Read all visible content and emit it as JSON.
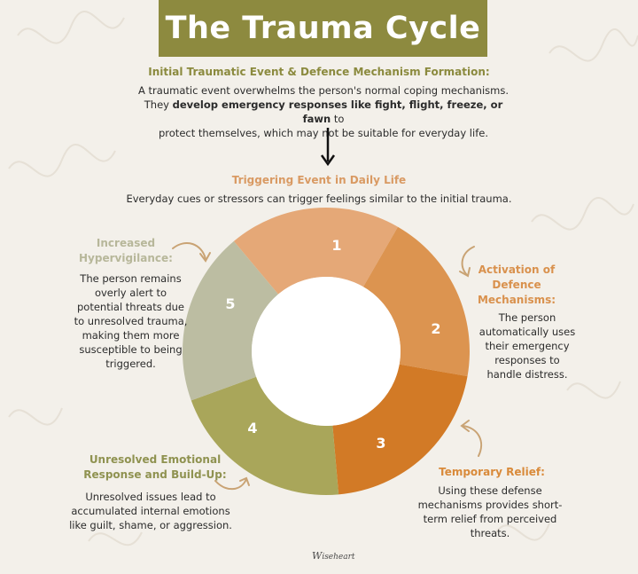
{
  "title": "The Trauma Cycle",
  "intro": {
    "heading": "Initial Traumatic Event & Defence Mechanism Formation:",
    "line1": "A traumatic event overwhelms the person's normal coping mechanisms.",
    "line2_prefix": "They ",
    "line2_bold": "develop emergency responses like fight, flight, freeze, or fawn",
    "line2_suffix": " to",
    "line3": "protect themselves, which may not be suitable for everyday life."
  },
  "trigger": {
    "heading": "Triggering Event in Daily Life",
    "text": "Everyday cues or stressors can trigger feelings similar to the initial trauma."
  },
  "stages": [
    {
      "number": "1",
      "color": "#e5a877"
    },
    {
      "number": "2",
      "color": "#dc9450",
      "heading": "Activation of Defence Mechanisms:",
      "text": "The person automatically uses their emergency responses to handle distress."
    },
    {
      "number": "3",
      "color": "#d27a26",
      "heading": "Temporary Relief:",
      "text": "Using these defense mechanisms provides short-term relief from perceived threats."
    },
    {
      "number": "4",
      "color": "#a9a65a",
      "heading": "Unresolved Emotional Response and Build-Up:",
      "text": "Unresolved issues lead to accumulated internal emotions like guilt, shame, or aggression."
    },
    {
      "number": "5",
      "color": "#bcbda2",
      "heading": "Increased Hypervigilance:",
      "text": "The person remains overly alert to potential threats due to unresolved trauma, making them more susceptible to being triggered."
    }
  ],
  "colors": {
    "title_bg": "#8d8a3f",
    "background": "#f3f0ea"
  },
  "logo_text": "Wiseheart"
}
